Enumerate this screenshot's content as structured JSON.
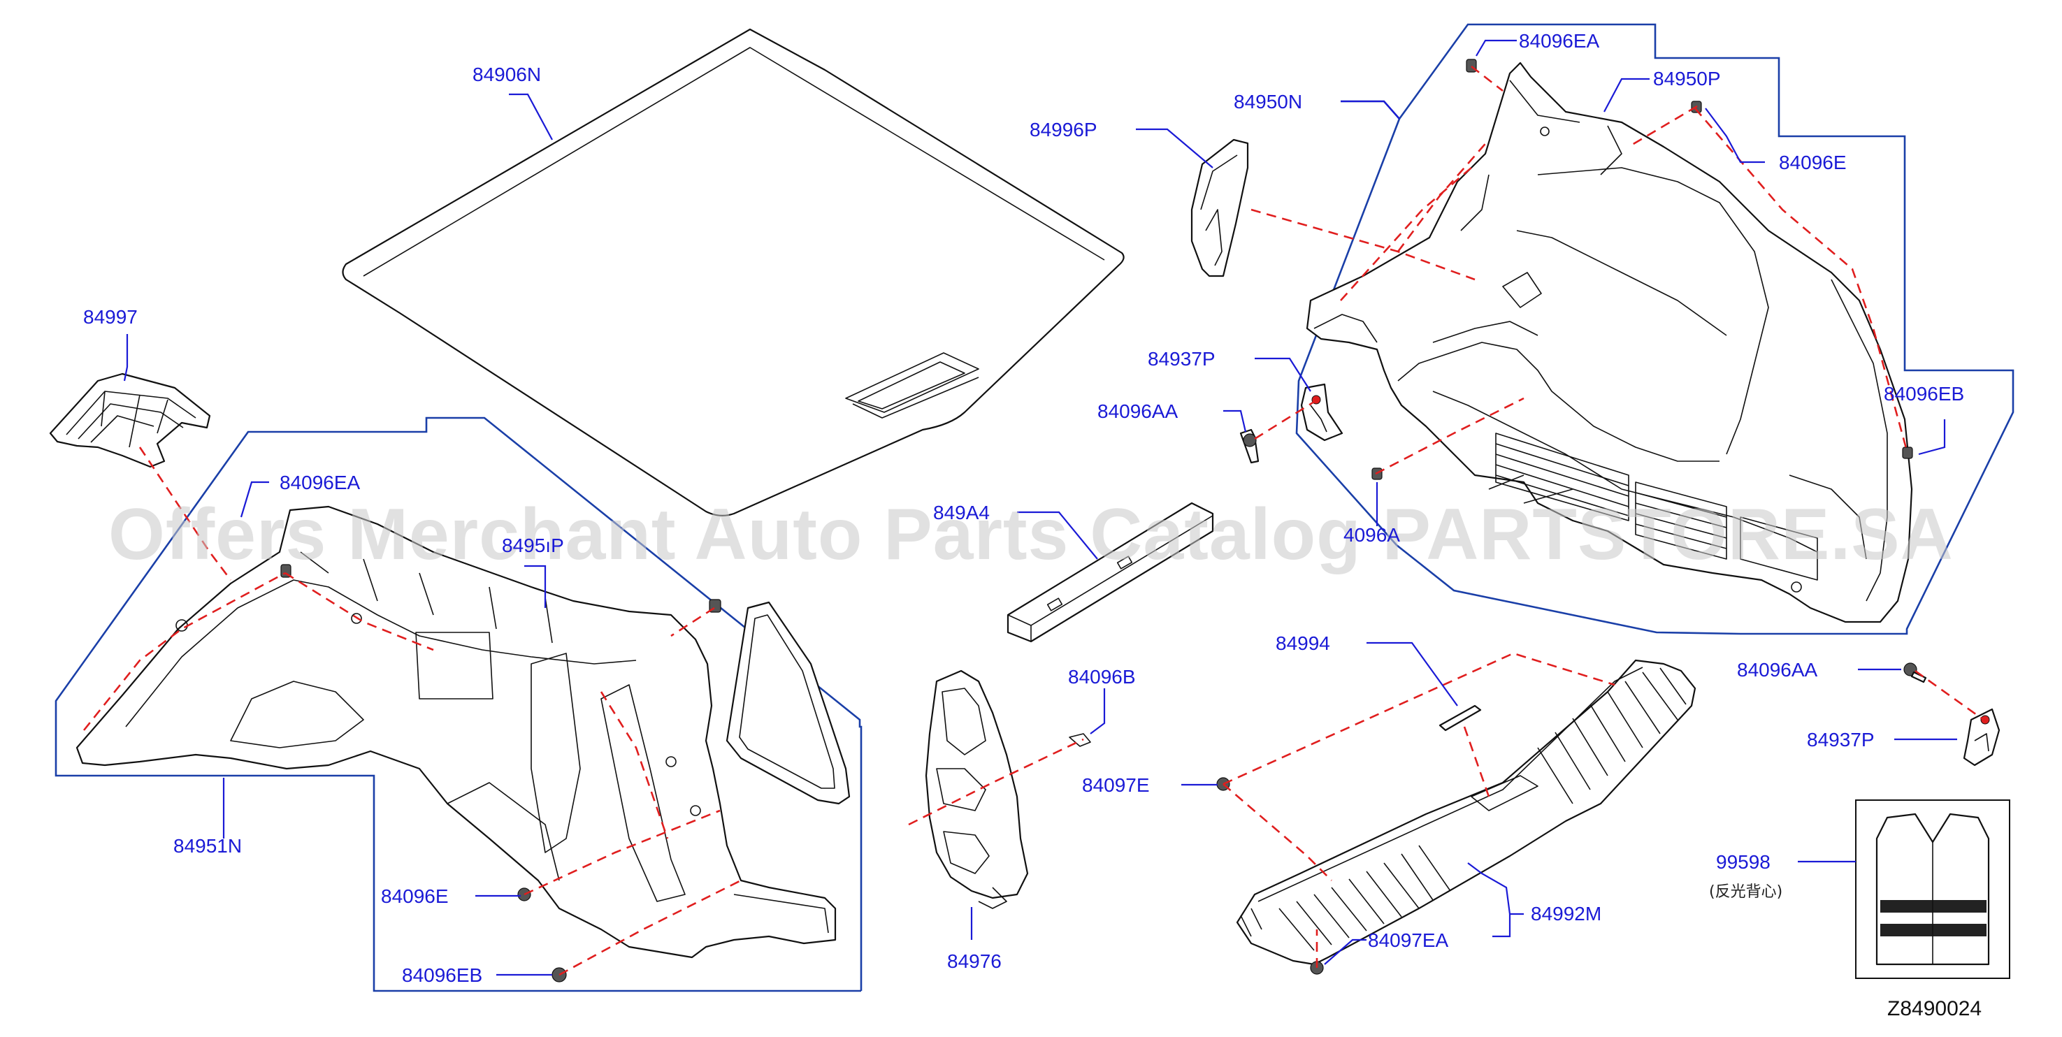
{
  "callouts": {
    "c84906N": "84906N",
    "c84997": "84997",
    "c84096EA_left": "84096EA",
    "c8495xP": "8495ıP",
    "c84951N": "84951N",
    "c84096E_left": "84096E",
    "c84096EB_left": "84096EB",
    "c84996P": "84996P",
    "c84950N": "84950N",
    "c84096EA_right": "84096EA",
    "c84950P": "84950P",
    "c84096E_right": "84096E",
    "c84937P_top": "84937P",
    "c84096AA_top": "84096AA",
    "c84096EB_right": "84096EB",
    "c4096A": "4096A",
    "c849A4": "849A4",
    "c84096B": "84096B",
    "c84097E": "84097E",
    "c84976": "84976",
    "c84994": "84994",
    "c84992M": "84992M",
    "c84097EA": "84097EA",
    "c84096AA_bottom": "84096AA",
    "c84937P_bottom": "84937P",
    "c99598": "99598"
  },
  "vest_note": "(反光背心)",
  "diagram_id": "Z8490024",
  "watermark": "Offers Merchant Auto Parts Catalog PARTSTORE.SA",
  "colors": {
    "callout_text": "#1a1ad6",
    "group_outline": "#1a3fa8",
    "dashed_leader": "#e01e1e",
    "watermark": "#c9c9c9"
  }
}
